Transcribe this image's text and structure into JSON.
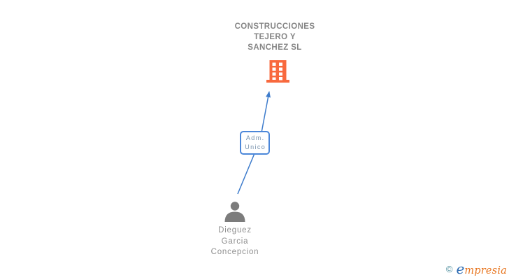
{
  "company": {
    "name_lines": [
      "CONSTRUCCIONES",
      "TEJERO Y",
      "SANCHEZ SL"
    ],
    "full_name": "CONSTRUCCIONES TEJERO Y SANCHEZ SL",
    "icon": "building-icon",
    "icon_color": "#F8693E",
    "name_color": "#858585"
  },
  "relationship": {
    "label_lines": [
      "Adm.",
      "Unico"
    ],
    "full_label": "Adm. Unico",
    "box_border_color": "#4C87D9",
    "label_color": "#7590AB"
  },
  "person": {
    "name_lines": [
      "Dieguez",
      "Garcia",
      "Concepcion"
    ],
    "full_name": "Dieguez Garcia Concepcion",
    "icon": "person-icon",
    "icon_color": "#7C7C7C",
    "name_color": "#8F8F8F"
  },
  "edge": {
    "from": "Dieguez Garcia Concepcion",
    "to": "CONSTRUCCIONES TEJERO Y SANCHEZ SL",
    "color": "#3E7CCC"
  },
  "footer": {
    "copyright_symbol": "©",
    "brand_initial": "e",
    "brand_rest": "mpresia",
    "copyright_color": "#4E8F9E",
    "brand_initial_color": "#2E6DB4",
    "brand_rest_color": "#E87722"
  }
}
